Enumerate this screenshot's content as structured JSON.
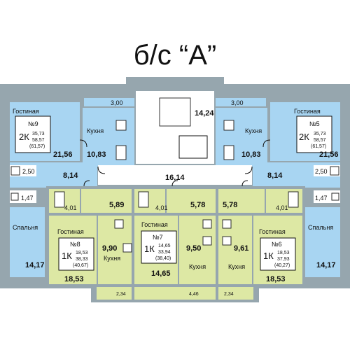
{
  "title": "б/с “А”",
  "apt9": {
    "number": "№9",
    "type": "2К",
    "living": "35,73",
    "total": "58,57",
    "total_with_balcony": "(61,57)"
  },
  "apt5": {
    "number": "№5",
    "type": "2К",
    "living": "35,73",
    "total": "58,57",
    "total_with_balcony": "(61,57)"
  },
  "apt8": {
    "number": "№8",
    "type": "1К",
    "living": "18,53",
    "total": "38,33",
    "total_with_balcony": "(40,67)"
  },
  "apt7": {
    "number": "№7",
    "type": "1К",
    "living": "14,65",
    "total": "33,94",
    "total_with_balcony": "(38,40)"
  },
  "apt6": {
    "number": "№6",
    "type": "1К",
    "living": "18,53",
    "total": "37,93",
    "total_with_balcony": "(40,27)"
  },
  "rooms": {
    "living_label": "Гостиная",
    "kitchen_label": "Кухня",
    "bedroom_label": "Спальня",
    "l_gost": "21,56",
    "r_gost": "21,56",
    "l_kitchen": "10,83",
    "r_kitchen": "10,83",
    "l_balc": "3,00",
    "r_balc": "3,00",
    "stair": "14,24",
    "corridor": "16,14",
    "l_hall": "8,14",
    "r_hall": "8,14",
    "l_bath": "2,50",
    "r_bath": "2,50",
    "l_wc": "1,47",
    "r_wc": "1,47",
    "l_bed": "14,17",
    "r_bed": "14,17",
    "a8_bath": "4,01",
    "a8_hall": "5,89",
    "a8_kitchen": "9,90",
    "a8_gost": "18,53",
    "a8_balc": "2,34",
    "a7_bath": "4,01",
    "a7_hall": "5,78",
    "a7_kitchen": "9,50",
    "a7_gost": "14,65",
    "a7_balc": "4,46",
    "a6_hall": "5,78",
    "a6_bath": "4,01",
    "a6_kitchen": "9,61",
    "a6_gost": "18,53",
    "a6_balc": "2,34"
  }
}
